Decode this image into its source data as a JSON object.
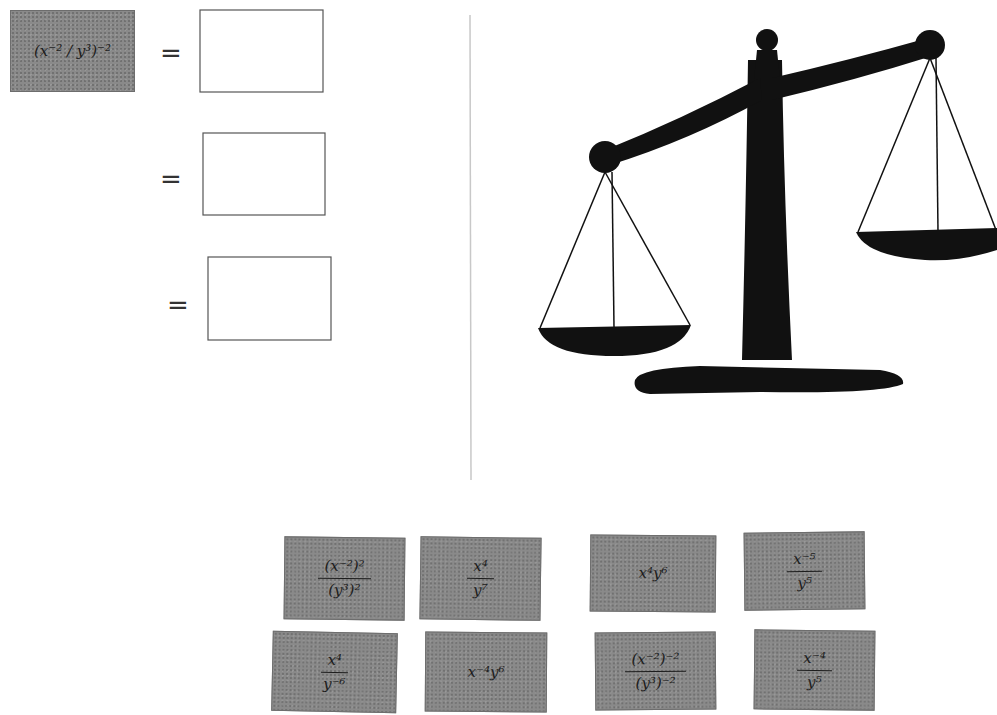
{
  "diagram": {
    "nodes": [
      {
        "text": [
          "(x⁻² / y³)⁻²"
        ]
      },
      {
        "text": [
          "(x⁻²)²",
          "(y³)²"
        ]
      },
      {
        "text": [
          "x⁴",
          "y⁷"
        ]
      },
      {
        "text": [
          "x⁴y⁶"
        ]
      },
      {
        "text": [
          "x⁻⁵",
          "y⁵"
        ]
      },
      {
        "text": [
          "x⁴",
          "y⁻⁶"
        ]
      },
      {
        "text": [
          "x⁻⁴y⁶"
        ]
      },
      {
        "text": [
          "(x⁻²)⁻²",
          "(y³)⁻²"
        ]
      },
      {
        "text": [
          "x⁻⁴",
          "y⁵"
        ]
      }
    ],
    "labels": [
      "=",
      "=",
      "="
    ]
  }
}
